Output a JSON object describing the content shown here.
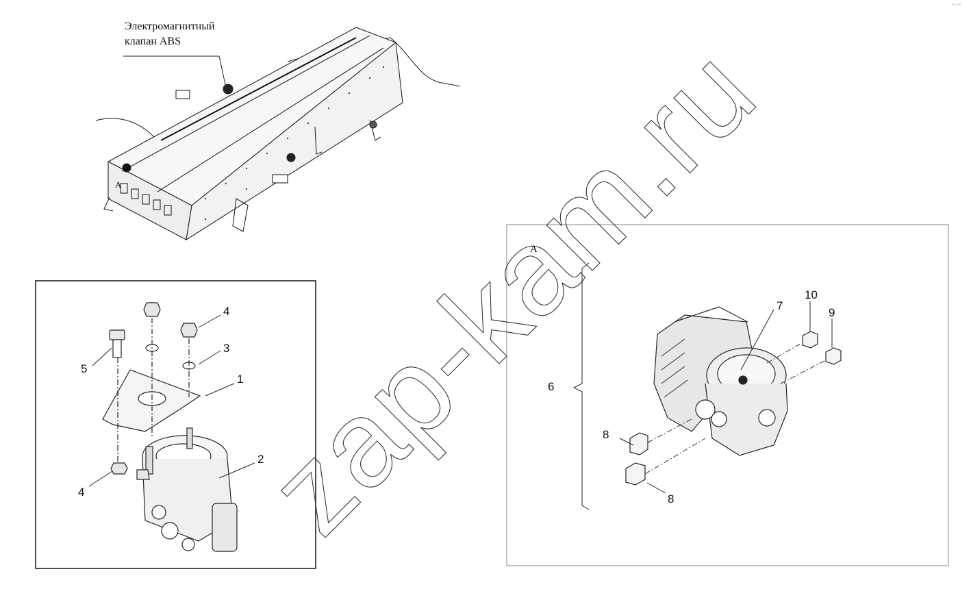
{
  "header_label": {
    "line1": "Электромагнитный",
    "line2": "клапан ABS"
  },
  "view_letter": "A",
  "frame_letter": "A",
  "watermark": "zap-kam.ru",
  "corner_mark": "°° °°°",
  "left_panel": {
    "callouts": [
      "4",
      "3",
      "5",
      "1",
      "2",
      "4"
    ]
  },
  "right_panel": {
    "callouts": [
      "10",
      "9",
      "7",
      "6",
      "8",
      "8"
    ]
  },
  "colors": {
    "line": "#222222",
    "panel_border": "#999999",
    "watermark_stroke": "#333333"
  }
}
